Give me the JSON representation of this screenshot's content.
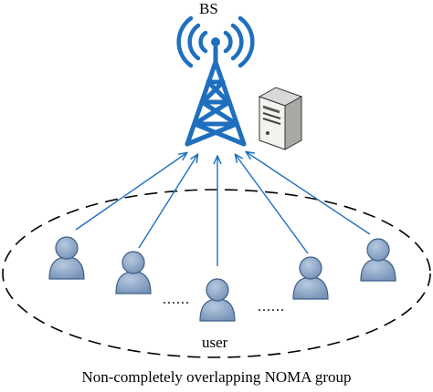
{
  "labels": {
    "bs": "BS",
    "user": "user",
    "caption": "Non-completely overlapping NOMA group"
  },
  "ellipsis": "......",
  "colors": {
    "tower": "#1f6fbf",
    "user_fill": "#8aa6c8",
    "user_stroke": "#3d5f88",
    "arrow": "#1f6fbf",
    "ellipse": "#000000"
  },
  "icons": [
    "signal-waves-icon",
    "tower-icon",
    "server-icon",
    "user-icon"
  ],
  "user_count": 5
}
